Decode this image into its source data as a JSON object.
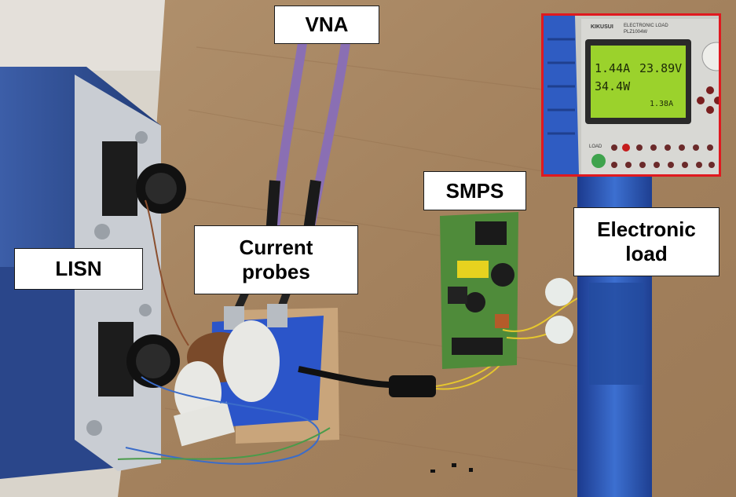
{
  "labels": {
    "vna": "VNA",
    "smps": "SMPS",
    "electronic_load": "Electronic\nload",
    "current_probes": "Current\nprobes",
    "lisn": "LISN"
  },
  "instrument_inset": {
    "brand": "KIKUSUI",
    "device": "ELECTRONIC LOAD",
    "model": "PLZ1004W",
    "lcd": {
      "current": "1.44A",
      "voltage": "23.89V",
      "power": "34.4W",
      "setting": "1.38A"
    },
    "load_button": "LOAD"
  },
  "colors": {
    "callout_border": "#1a1a1a",
    "inset_border": "#e0191f",
    "lcd_green": "#9bd22c",
    "cable_purple": "#8a6fb3",
    "probe_blue": "#2b55c9",
    "pcb_green": "#4f8b3a",
    "lisn_blue": "#2f4c8d"
  }
}
